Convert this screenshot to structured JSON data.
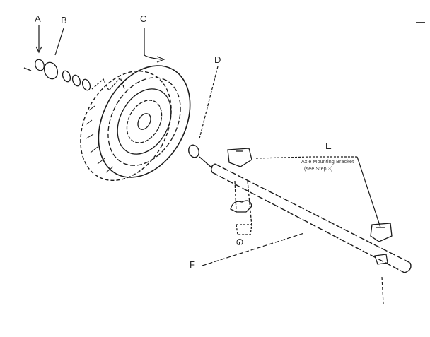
{
  "labels": {
    "a": "A",
    "b": "B",
    "c": "C",
    "d": "D",
    "e": "E",
    "f": "F",
    "g": "G"
  },
  "callout_e": {
    "line1": "Axle Mounting Bracket",
    "line2": "(see Step 3)"
  },
  "corner_mark": "—"
}
